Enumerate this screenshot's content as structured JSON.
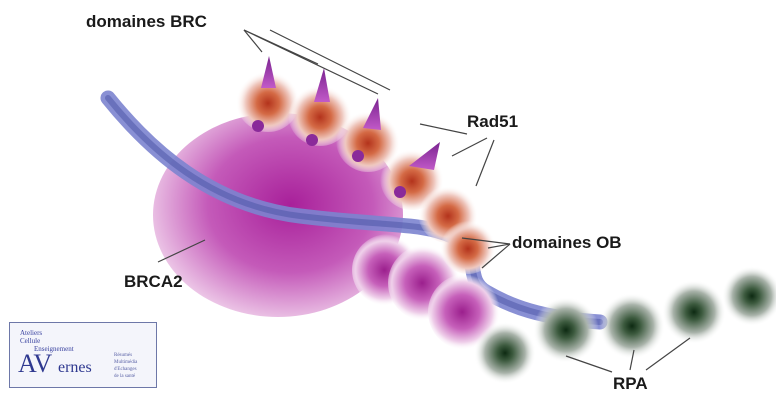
{
  "labels": {
    "brc_domains": "domaines BRC",
    "rad51": "Rad51",
    "ob_domains": "domaines OB",
    "brca2": "BRCA2",
    "rpa": "RPA"
  },
  "logo": {
    "line1": "Ateliers",
    "line2": "Cellule",
    "line3": "Enseignement",
    "big_a": "AV",
    "big_b": "ernes",
    "side1": "Résumés",
    "side2": "Multimédia",
    "side3": "d'Echanges",
    "side4": "de la santé"
  },
  "colors": {
    "brca2_body": "#c04fb4",
    "dna_strand": "#6f78c4",
    "rad51_core": "#c8451e",
    "brc_spike": "#8a2a9a",
    "ob_domain": "#b0329e",
    "rpa_core": "#1f3a1f",
    "label_text": "#1a1a1a"
  }
}
